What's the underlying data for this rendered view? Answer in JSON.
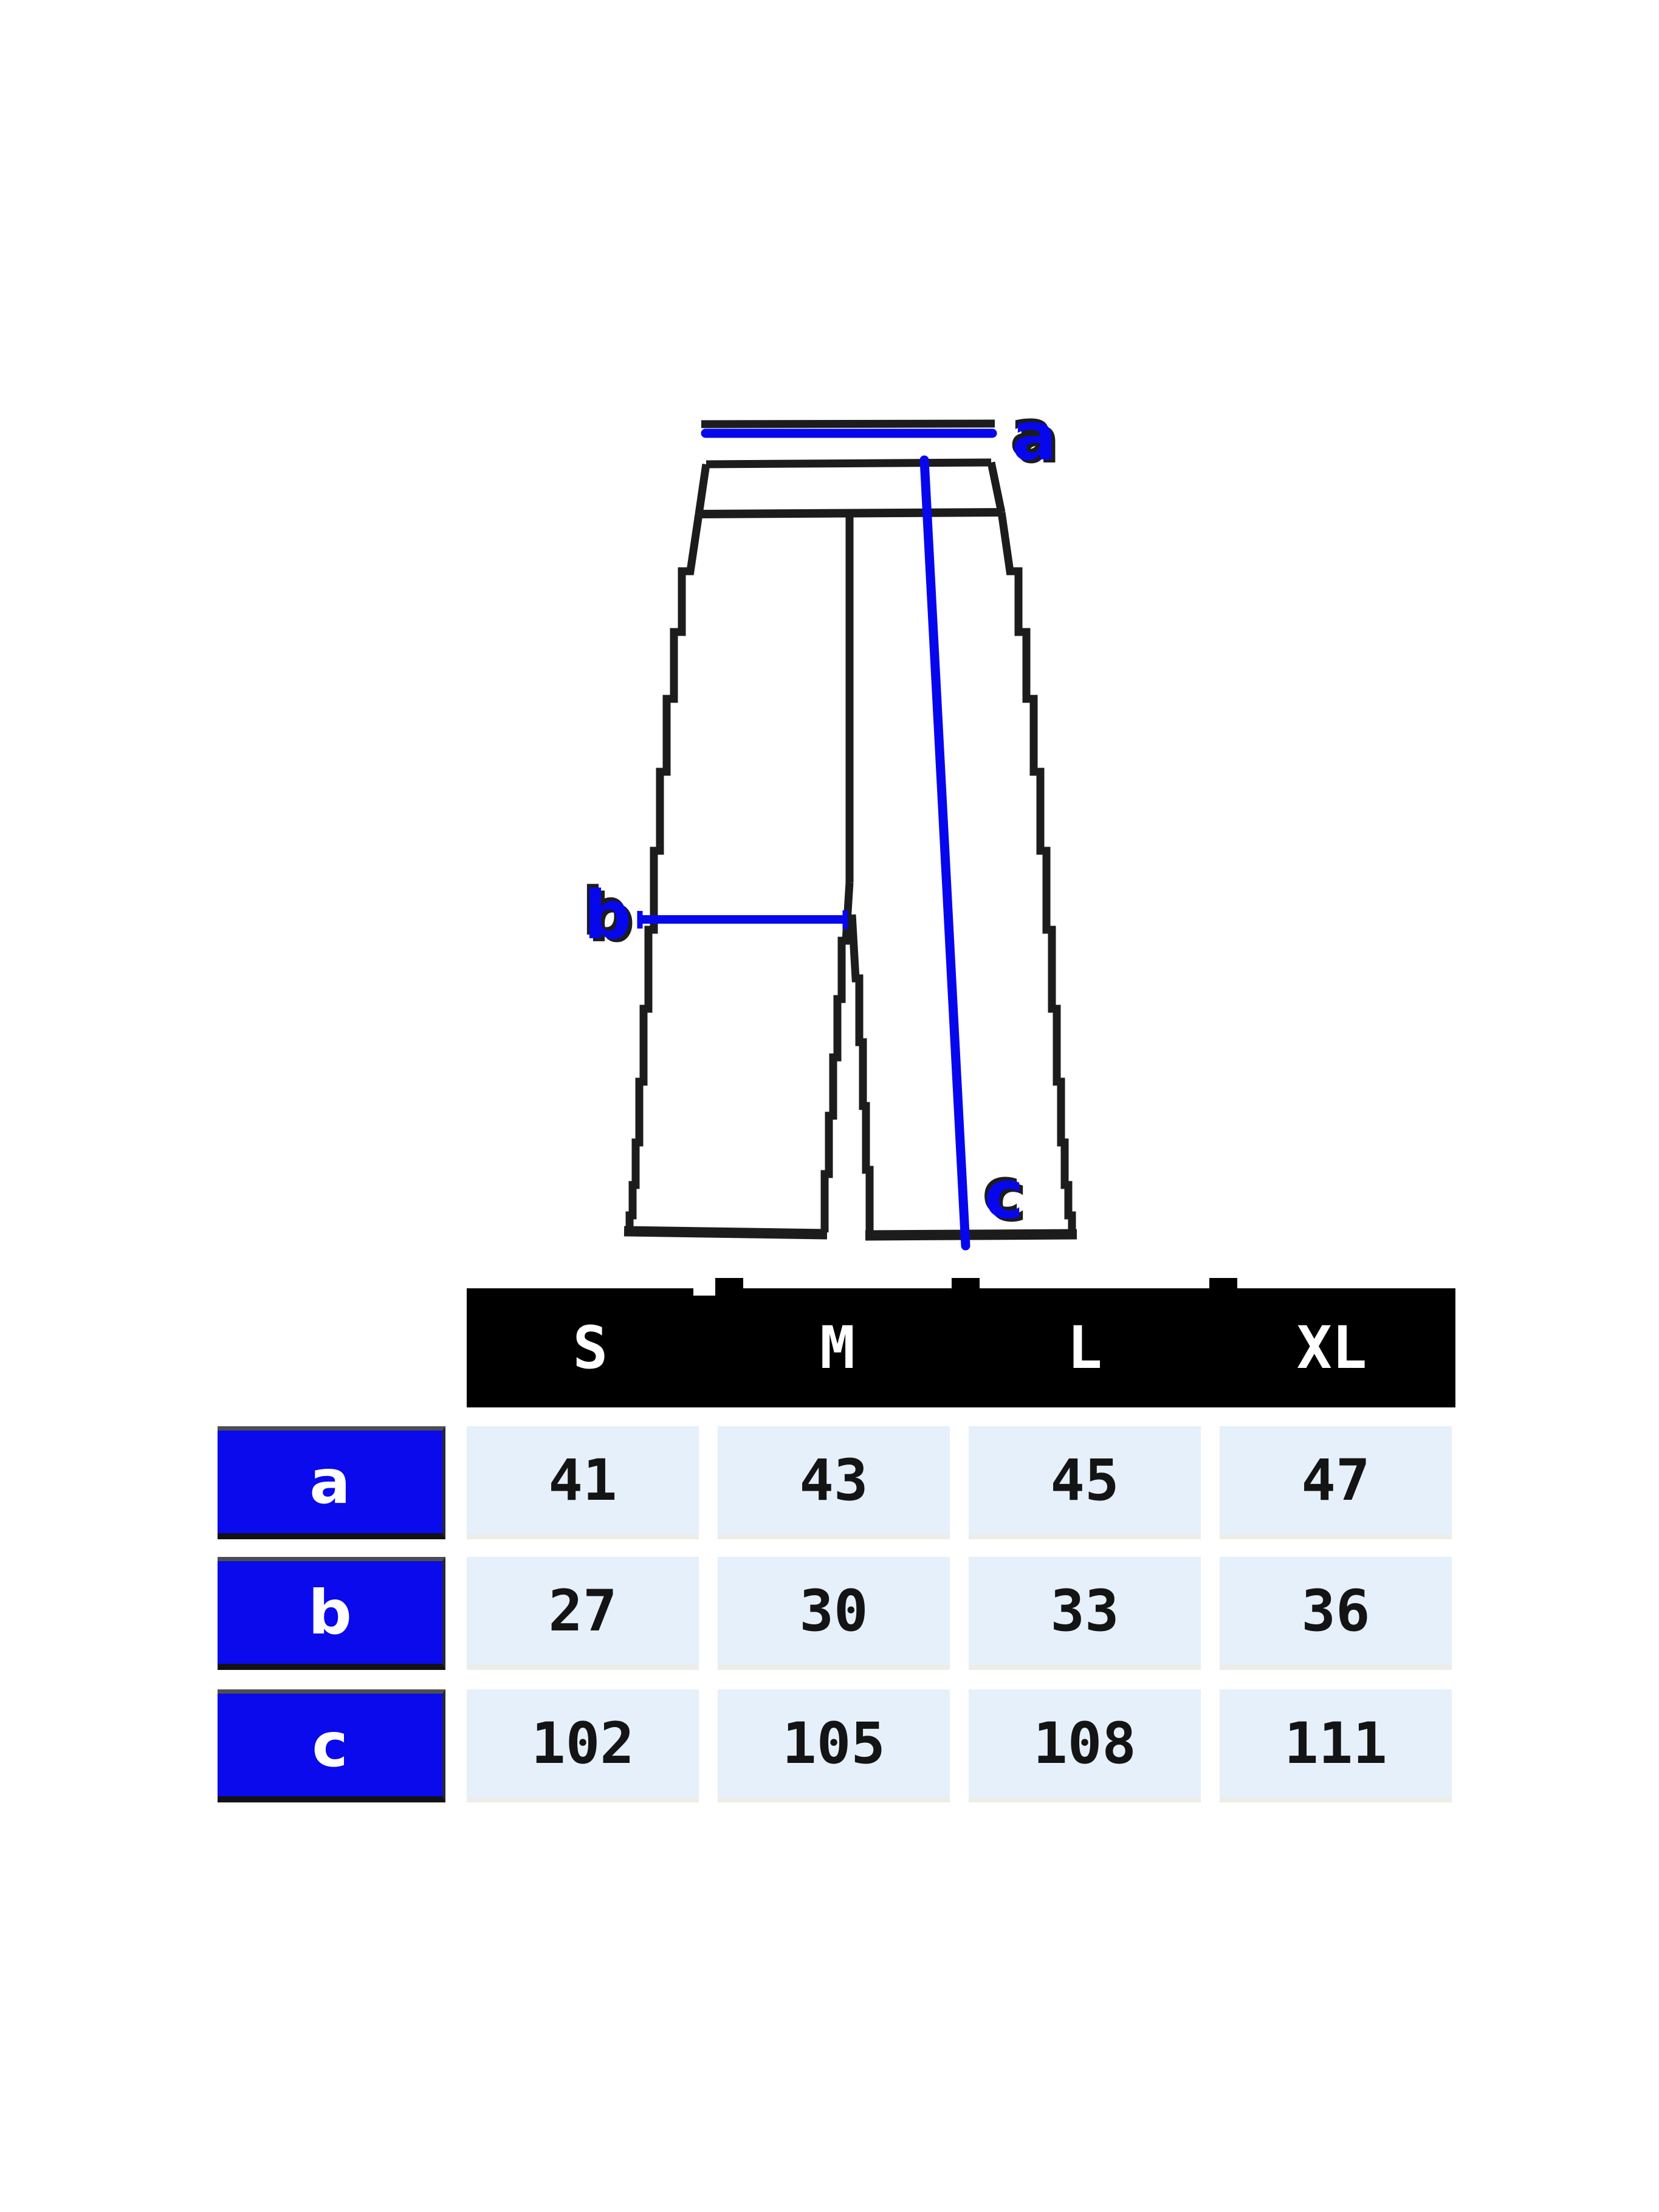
{
  "diagram": {
    "labels": {
      "a": "a",
      "b": "b",
      "c": "c"
    }
  },
  "table": {
    "columns": [
      "S",
      "M",
      "L",
      "XL"
    ],
    "rows": [
      {
        "label": "a",
        "values": [
          "41",
          "43",
          "45",
          "47"
        ]
      },
      {
        "label": "b",
        "values": [
          "27",
          "30",
          "33",
          "36"
        ]
      },
      {
        "label": "c",
        "values": [
          "102",
          "105",
          "108",
          "111"
        ]
      }
    ]
  },
  "colors": {
    "accent": "#0707EE",
    "label_bg": "#0A0AEC",
    "cell_bg": "#E5F0FB",
    "cell_edge": "#ECEDE7",
    "header_bg": "#000000",
    "ink": "#1C1C1C"
  }
}
